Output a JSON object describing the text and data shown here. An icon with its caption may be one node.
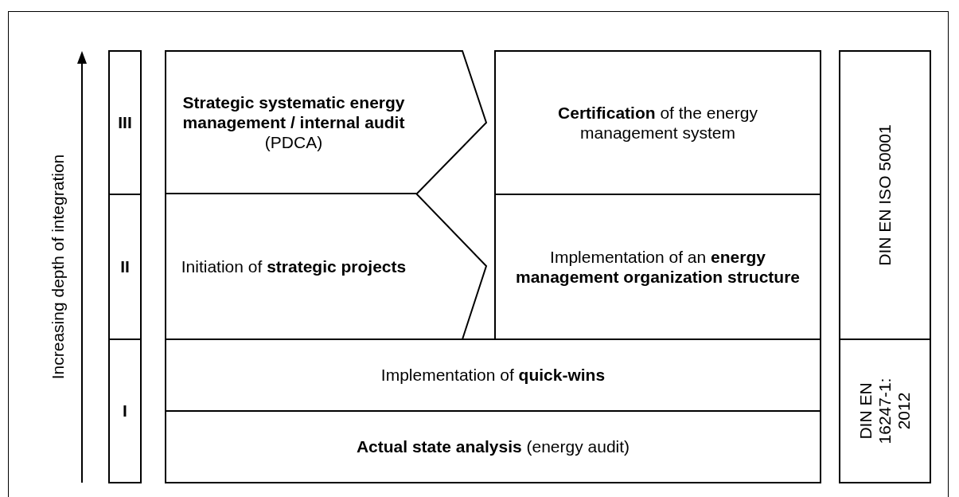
{
  "diagram": {
    "nodes": [
      {
        "text": [
          "III"
        ]
      },
      {
        "text": [
          "II"
        ]
      },
      {
        "text": [
          "I"
        ]
      },
      {
        "text": [
          "**Strategic systematic energy management / internal audit** (PDCA)"
        ]
      },
      {
        "text": [
          "**Certification** of the energy management system"
        ]
      },
      {
        "text": [
          "DIN EN ISO 50001"
        ]
      },
      {
        "text": [
          "Initiation of **strategic projects**"
        ]
      },
      {
        "text": [
          "Implementation of an **energy management organization structure**"
        ]
      },
      {
        "text": [
          "Implementation of **quick-wins**"
        ]
      },
      {
        "text": [
          "DIN EN 16247-1: 2012"
        ]
      },
      {
        "text": [
          "**Actual state analysis** (energy audit)"
        ]
      }
    ],
    "labels": [
      "Increasing depth of integration"
    ]
  }
}
